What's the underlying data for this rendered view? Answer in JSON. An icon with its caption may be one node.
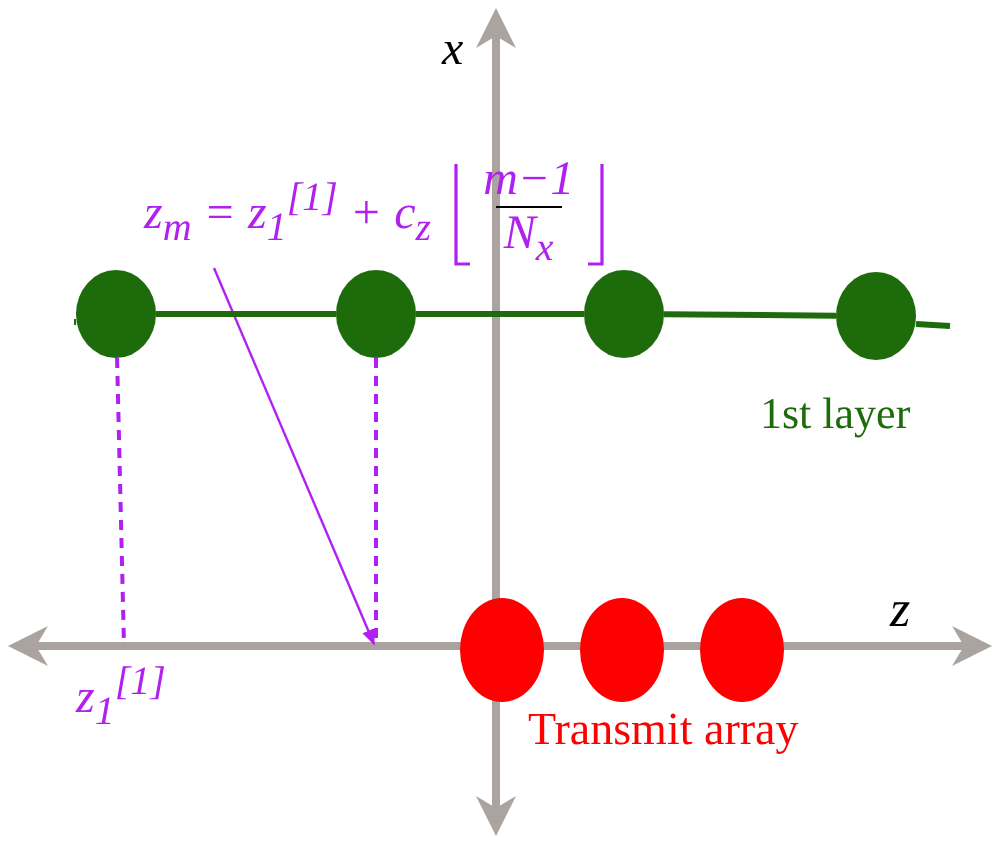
{
  "diagram": {
    "nodes": [
      {
        "text": [
          "z$_{m}$ = z$_{1}$$^{[1]}$ + c$_{z}$",
          "m−1",
          "N$_{x}$"
        ]
      },
      {
        "text": [],
        "shape": "ellipse"
      },
      {
        "text": [],
        "shape": "ellipse"
      },
      {
        "text": [],
        "shape": "ellipse"
      },
      {
        "text": [],
        "shape": "ellipse"
      },
      {
        "text": [],
        "shape": "ellipse"
      },
      {
        "text": [],
        "shape": "ellipse"
      },
      {
        "text": [],
        "shape": "ellipse"
      }
    ],
    "edges": [
      {
        "from": 0,
        "to": null,
        "arrow": "to",
        "color": "#b020f0"
      },
      {
        "from": 1,
        "to": null,
        "arrow": "none",
        "style": "dashed",
        "color": "#b020f0"
      },
      {
        "from": 2,
        "to": null,
        "arrow": "none",
        "style": "dashed",
        "color": "#b020f0"
      },
      {
        "from": 1,
        "to": 2,
        "arrow": "none",
        "color": "#1e6b0b"
      },
      {
        "from": 2,
        "to": 3,
        "arrow": "none",
        "color": "#1e6b0b"
      },
      {
        "from": 3,
        "to": 4,
        "arrow": "none",
        "color": "#1e6b0b"
      }
    ],
    "labels": [
      "x",
      "1st layer",
      "z",
      "z$_{1}$$^{[1]}$",
      "Transmit array"
    ]
  }
}
